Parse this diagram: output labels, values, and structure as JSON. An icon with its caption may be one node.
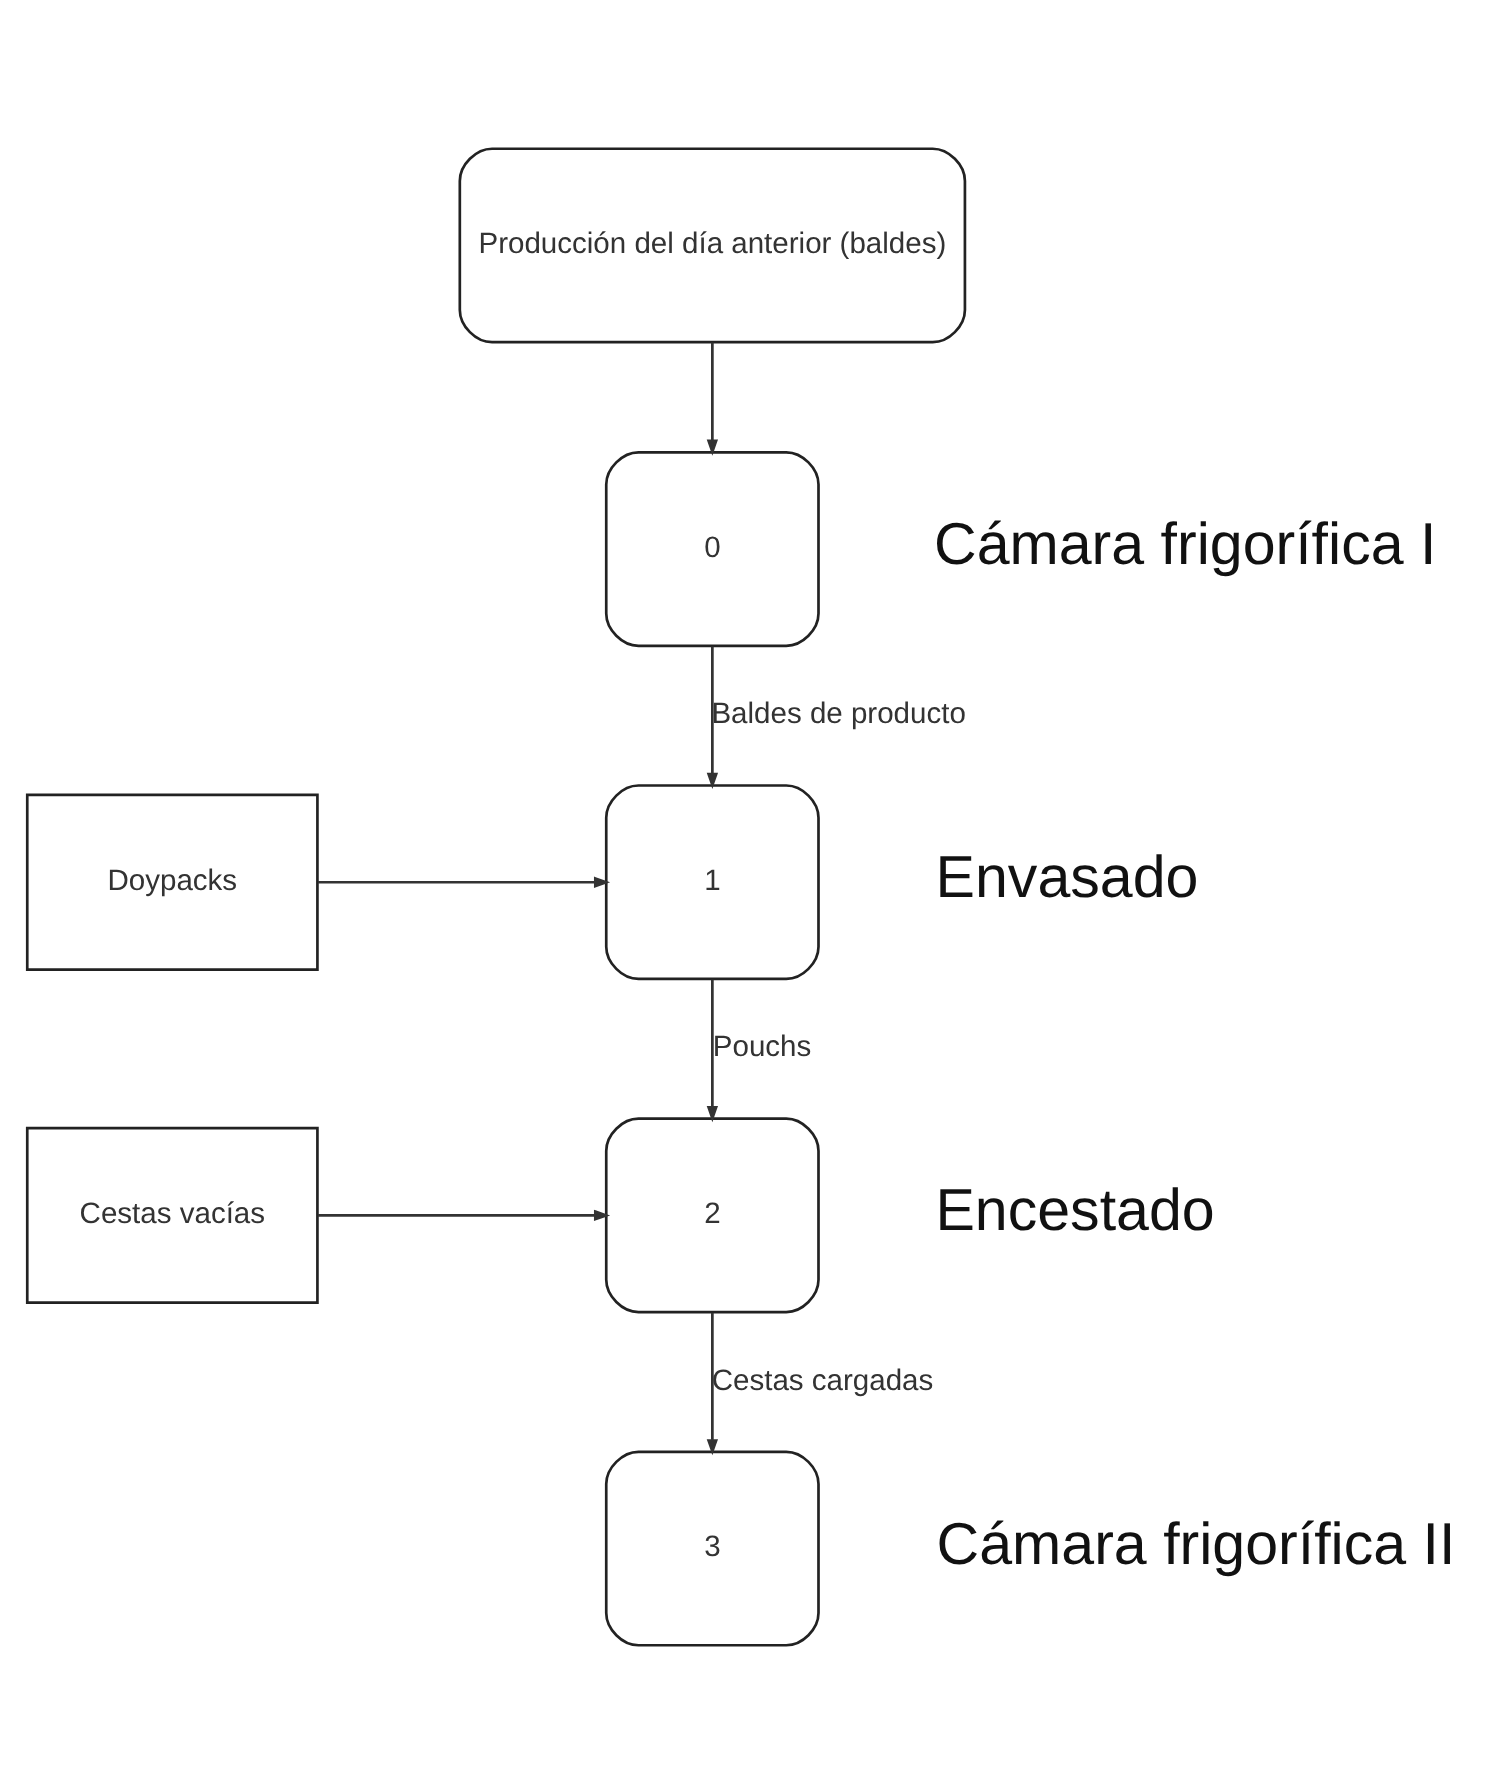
{
  "diagram": {
    "nodes": [
      {
        "text": [
          "Producción del día anterior (baldes)"
        ]
      },
      {
        "text": [
          "0"
        ],
        "beside": [
          "Cámara frigorífica I"
        ]
      },
      {
        "text": [
          "Doypacks"
        ]
      },
      {
        "text": [
          "1"
        ],
        "beside": [
          "Envasado"
        ]
      },
      {
        "text": [
          "Cestas vacías"
        ]
      },
      {
        "text": [
          "2"
        ],
        "beside": [
          "Encestado"
        ]
      },
      {
        "text": [
          "3"
        ],
        "beside": [
          "Cámara frigorífica II"
        ]
      }
    ],
    "edges": [
      {
        "from": 0,
        "to": 1,
        "arrow": "to"
      },
      {
        "from": 1,
        "to": 3,
        "arrow": "to",
        "label": "Baldes de producto"
      },
      {
        "from": 2,
        "to": 3,
        "arrow": "to"
      },
      {
        "from": 3,
        "to": 5,
        "arrow": "to",
        "label": "Pouchs"
      },
      {
        "from": 4,
        "to": 5,
        "arrow": "to"
      },
      {
        "from": 5,
        "to": 6,
        "arrow": "to",
        "label": "Cestas cargadas"
      }
    ]
  }
}
